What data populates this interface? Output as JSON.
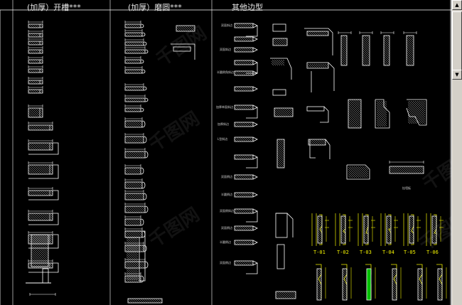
{
  "headers": {
    "col1": "(加厚）开槽***",
    "col2": "(加厚）磨圆***",
    "col3": "其他边型"
  },
  "side_labels": [
    "双面斜边",
    "双面斜边",
    "半圆倒角斜边",
    "加厚单面斜边",
    "加厚斜边",
    "L型斜边",
    "双面倒边",
    "半圆倒边",
    "双面倒斜边",
    "双面倒边",
    "半圆倒边",
    "双面倒边"
  ],
  "bottom_label": "挂墙板",
  "t_codes": [
    "T-01",
    "T-02",
    "T-03",
    "T-04",
    "T-05",
    "T-06"
  ],
  "watermark": "千图网",
  "colors": {
    "background": "#000000",
    "lines": "#ffffff",
    "yellow": "#f2f200",
    "green": "#00c000"
  },
  "scrollbar": {
    "up_arrow": "▲",
    "down_arrow": "▼"
  }
}
